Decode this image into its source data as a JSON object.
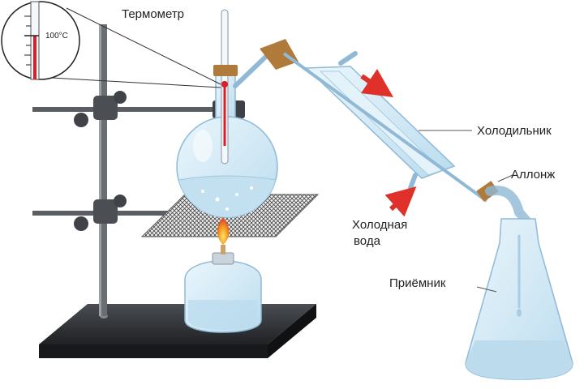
{
  "labels": {
    "thermometer": "Термометр",
    "condenser": "Холодильник",
    "allonge": "Аллонж",
    "cold_water_line1": "Холодная",
    "cold_water_line2": "вода",
    "receiver": "Приёмник",
    "thermo_reading": "100°C"
  },
  "colors": {
    "glass_fill": "#d6ecf7",
    "glass_stroke": "#8fb9d6",
    "metal": "#5a5e63",
    "base": "#2b2d30",
    "arrow": "#e0302a",
    "cork": "#b07a3a",
    "flame": "#f39a1e",
    "mercury": "#d8202a"
  }
}
